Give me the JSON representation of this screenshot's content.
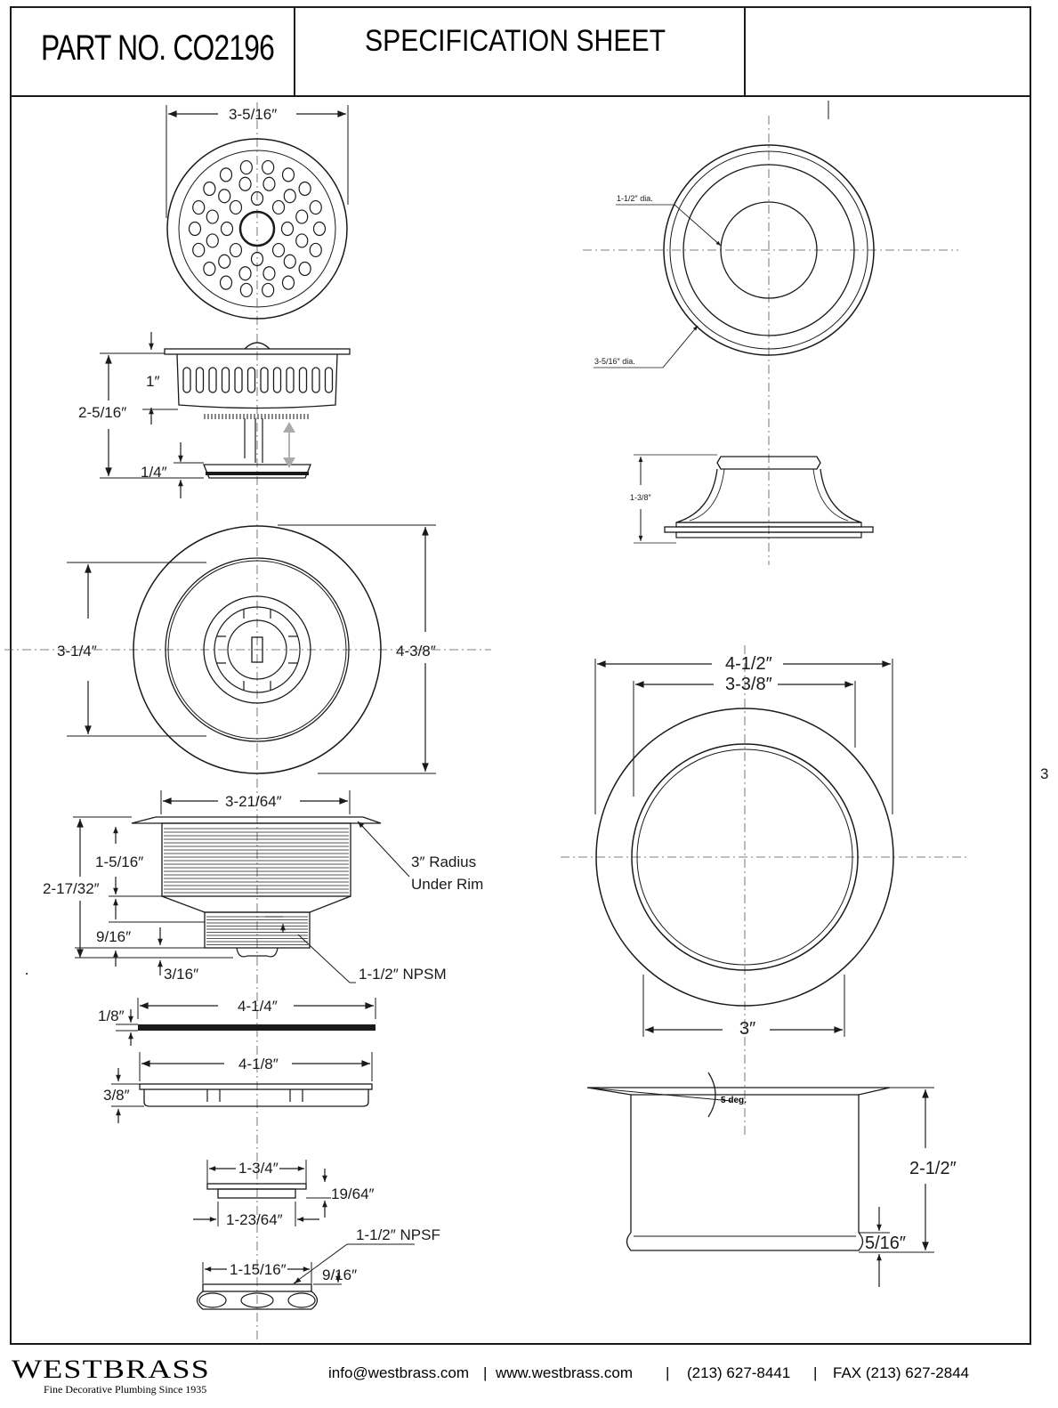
{
  "header": {
    "part_no": "PART NO. CO2196",
    "title": "SPECIFICATION SHEET",
    "blank_cell": ""
  },
  "page_number": "3",
  "dimensions": {
    "strainer_top_width": "3-5/16″",
    "basket_1": "1″",
    "basket_2_5_16": "2-5/16″",
    "basket_1_4": "1/4″",
    "flange_3_1_4": "3-1/4″",
    "flange_4_3_8": "4-3/8″",
    "body_3_21_64": "3-21/64″",
    "body_1_5_16": "1-5/16″",
    "body_2_17_32": "2-17/32″",
    "body_9_16": "9/16″",
    "body_3_16": "3/16″",
    "radius_line1": "3″ Radius",
    "radius_line2": "Under Rim",
    "npsm": "1-1/2″ NPSM",
    "gasket_1_8": "1/8″",
    "gasket_4_1_4": "4-1/4″",
    "ring_4_1_8": "4-1/8″",
    "ring_3_8": "3/8″",
    "washer_1_3_4": "1-3/4″",
    "washer_19_64": "19/64″",
    "washer_1_23_64": "1-23/64″",
    "npsf": "1-1/2″ NPSF",
    "nut_1_15_16": "1-15/16″",
    "nut_9_16": "9/16″",
    "stopper_1_1_2_dia": "1-1/2″ dia.",
    "stopper_3_5_16_dia": "3-5/16″ dia.",
    "stopper_1_3_8": "1-3/8″",
    "disposal_4_1_2": "4-1/2″",
    "disposal_3_3_8": "3-3/8″",
    "disposal_3": "3″",
    "disposal_5_deg": "5 deg.",
    "disposal_2_1_2": "2-1/2″",
    "disposal_5_16": "5/16″"
  },
  "footer": {
    "brand": "WESTBRASS",
    "tagline": "Fine Decorative Plumbing Since 1935",
    "email": "info@westbrass.com",
    "website": "www.westbrass.com",
    "phone": "(213) 627-8441",
    "fax": "FAX (213) 627-2844",
    "sep": "|"
  }
}
